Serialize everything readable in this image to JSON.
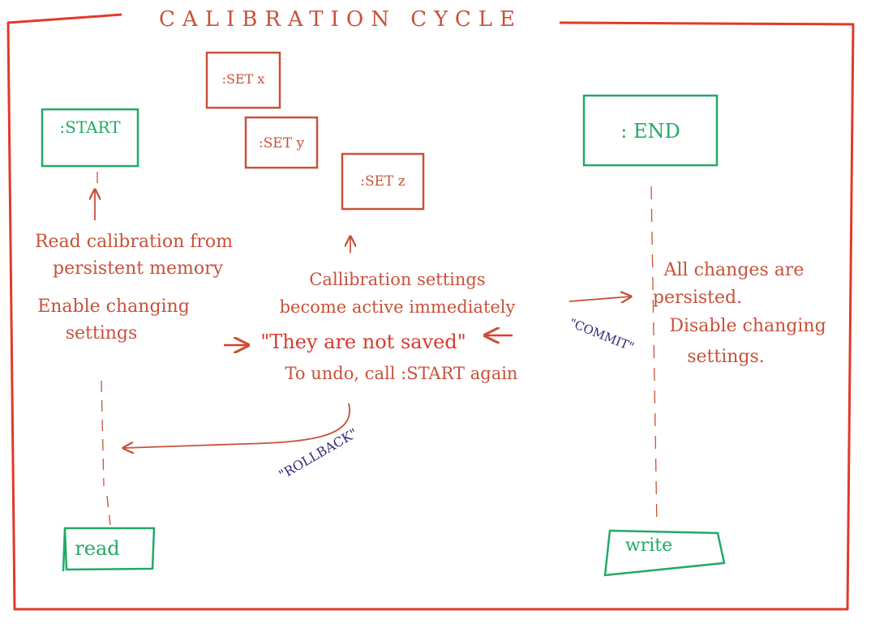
{
  "title": "CALIBRATION CYCLE",
  "colors": {
    "frame": "#e23a28",
    "red_pencil": "#c8513a",
    "green_pencil": "#22aa66",
    "blue_pencil": "#2f2a7a"
  },
  "nodes": {
    "start": ":START",
    "set_x": ":SET x",
    "set_y": ":SET y",
    "set_z": ":SET z",
    "end": ": END",
    "read": "read",
    "write": "write"
  },
  "notes": {
    "start": [
      "Read calibration from",
      "persistent memory",
      "Enable changing",
      "settings"
    ],
    "set": [
      "Callibration settings",
      "become active immediately",
      "\"They are not saved\"",
      "To undo, call :START again"
    ],
    "end": [
      "All changes are",
      "persisted.",
      "Disable changing",
      "settings."
    ]
  },
  "labels": {
    "commit": "\"COMMIT\"",
    "rollback": "\"ROLLBACK\""
  }
}
